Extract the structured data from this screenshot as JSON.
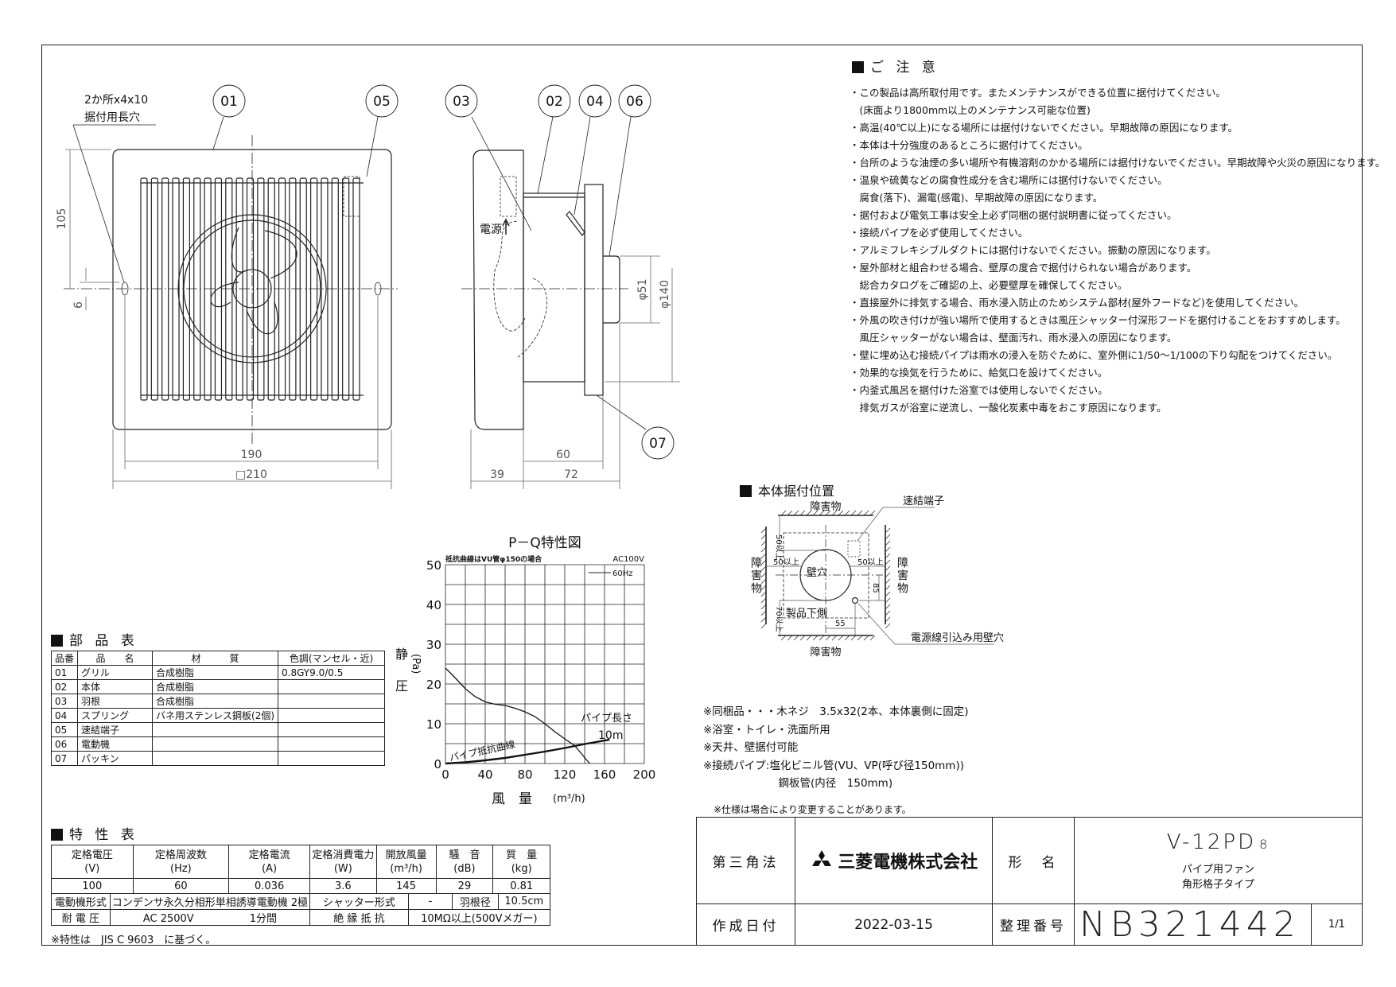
{
  "front_view": {
    "hole_note_1": "2か所x4x10",
    "hole_note_2": "据付用長穴",
    "balloons": [
      "01",
      "05"
    ],
    "dims": {
      "height": "105",
      "offset": "6",
      "hole_pitch": "190",
      "size": "□210"
    }
  },
  "side_view": {
    "balloons": [
      "03",
      "02",
      "04",
      "06",
      "07"
    ],
    "power_label": "電源",
    "dims": {
      "front": "39",
      "body": "60",
      "total": "72",
      "spigot": "φ51",
      "duct": "φ140"
    }
  },
  "notes": {
    "heading": "ご 注 意",
    "lines": [
      "・この製品は高所取付用です。またメンテナンスができる位置に据付けてください。",
      "　(床面より1800mm以上のメンテナンス可能な位置)",
      "・高温(40℃以上)になる場所には据付けないでください。早期故障の原因になります。",
      "・本体は十分強度のあるところに据付けてください。",
      "・台所のような油煙の多い場所や有機溶剤のかかる場所には据付けないでください。早期故障や火災の原因になります。",
      "・温泉や硫黄などの腐食性成分を含む場所には据付けないでください。",
      "　腐食(落下)、漏電(感電)、早期故障の原因になります。",
      "・据付および電気工事は安全上必ず同梱の据付説明書に従ってください。",
      "・接続パイプを必ず使用してください。",
      "・アルミフレキシブルダクトには据付けないでください。振動の原因になります。",
      "・屋外部材と組合わせる場合、壁厚の度合で据付けられない場合があります。",
      "　総合カタログをご確認の上、必要壁厚を確保してください。",
      "・直接屋外に排気する場合、雨水浸入防止のためシステム部材(屋外フードなど)を使用してください。",
      "・外風の吹き付けが強い場所で使用するときは風圧シャッター付深形フードを据付けることをおすすめします。",
      "　風圧シャッターがない場合は、壁面汚れ、雨水浸入の原因になります。",
      "・壁に埋め込む接続パイプは雨水の浸入を防ぐために、室外側に1/50～1/100の下り勾配をつけてください。",
      "・効果的な換気を行うために、給気口を設けてください。",
      "・内釜式風呂を据付けた浴室では使用しないでください。",
      "　排気ガスが浴室に逆流し、一酸化炭素中毒をおこす原因になります。"
    ]
  },
  "installation": {
    "heading": "本体据付位置",
    "obstacle": "障害物",
    "wall_hole": "壁穴",
    "product_bottom": "製品下側",
    "quick_terminal": "速結端子",
    "power_hole": "電源線引込み用壁穴",
    "dims": {
      "top": "50以上",
      "left": "50以上",
      "right": "50以上",
      "bottom": "70以上",
      "v85": "85",
      "h55": "55"
    }
  },
  "chart_data": {
    "type": "line",
    "title": "P－Q特性図",
    "note": "抵抗曲線はVU管φ150の場合",
    "condition": "AC100V",
    "legend": "60Hz",
    "xlabel": "風　量",
    "xunit": "(m³/h)",
    "ylabel_top": "静",
    "ylabel_bottom": "圧",
    "yunit": "(Pa)",
    "xlim": [
      0,
      200
    ],
    "ylim": [
      0,
      50
    ],
    "xticks": [
      "0",
      "40",
      "80",
      "120",
      "160",
      "200"
    ],
    "yticks": [
      "0",
      "10",
      "20",
      "30",
      "40",
      "50"
    ],
    "grid": true,
    "series": [
      {
        "name": "60Hz",
        "x": [
          0,
          10,
          20,
          30,
          40,
          50,
          60,
          70,
          80,
          90,
          100,
          110,
          120,
          130,
          135,
          140,
          145
        ],
        "y": [
          24,
          21.5,
          18.8,
          16.8,
          15.5,
          14.9,
          14.6,
          13.9,
          13,
          11.8,
          10,
          8,
          6.2,
          4.5,
          3,
          1.5,
          0
        ]
      },
      {
        "x": [
          0,
          20,
          40,
          60,
          80,
          100,
          120,
          140,
          165
        ],
        "y": [
          0,
          0.3,
          0.8,
          1.4,
          2.2,
          3.0,
          3.9,
          4.9,
          6.0
        ]
      }
    ],
    "annotations": {
      "pipe_length": "パイプ長さ",
      "pipe_length_value": "10m",
      "resistance_curve": "パイプ抵抗曲線"
    }
  },
  "parts_table": {
    "heading": "部 品 表",
    "headers": [
      "品番",
      "品　　名",
      "材　　　質",
      "色調(マンセル・近)"
    ],
    "rows": [
      [
        "01",
        "グリル",
        "合成樹脂",
        "0.8GY9.0/0.5"
      ],
      [
        "02",
        "本体",
        "合成樹脂",
        ""
      ],
      [
        "03",
        "羽根",
        "合成樹脂",
        ""
      ],
      [
        "04",
        "スプリング",
        "バネ用ステンレス鋼板(2個)",
        ""
      ],
      [
        "05",
        "速結端子",
        "",
        ""
      ],
      [
        "06",
        "電動機",
        "",
        ""
      ],
      [
        "07",
        "パッキン",
        "",
        ""
      ]
    ]
  },
  "spec_table": {
    "heading": "特 性 表",
    "headers": [
      [
        "定格電圧",
        "(V)"
      ],
      [
        "定格周波数",
        "(Hz)"
      ],
      [
        "定格電流",
        "(A)"
      ],
      [
        "定格消費電力",
        "(W)"
      ],
      [
        "開放風量",
        "(m³/h)"
      ],
      [
        "騒　音",
        "(dB)"
      ],
      [
        "質　量",
        "(kg)"
      ]
    ],
    "values": [
      "100",
      "60",
      "0.036",
      "3.6",
      "145",
      "29",
      "0.81"
    ],
    "motor_label": "電動機形式",
    "motor_value": "コンデンサ永久分相形単相誘導電動機 2極",
    "shutter_label": "シャッター形式",
    "shutter_value": "-",
    "blade_label": "羽根径",
    "blade_value": "10.5cm",
    "withstand_label": "耐 電 圧",
    "withstand_value": "AC 2500V",
    "withstand_duration": "1分間",
    "insulation_label": "絶 縁 抵 抗",
    "insulation_value": "10MΩ以上(500Vメガー)",
    "footnote": "※特性は　JIS C 9603　に基づく。"
  },
  "extra_notes": [
    "※同梱品・・・木ネジ　3.5x32(2本、本体裏側に固定)",
    "※浴室・トイレ・洗面所用",
    "※天井、壁据付可能",
    "※接続パイプ:塩化ビニル管(VU、VP(呼び径150mm))",
    "　　　　　　　鋼板管(内径　150mm)"
  ],
  "spec_change_note": "※仕様は場合により変更することがあります。",
  "title_block": {
    "projection": "第三角法",
    "company": "三菱電機株式会社",
    "model_label": "形　名",
    "model": "V-12PD",
    "model_suffix": "8",
    "product_line1": "パイプ用ファン",
    "product_line2": "角形格子タイプ",
    "date_label": "作成日付",
    "date": "2022-03-15",
    "number_label": "整理番号",
    "number": "NB321442",
    "sheet": "1/1"
  }
}
